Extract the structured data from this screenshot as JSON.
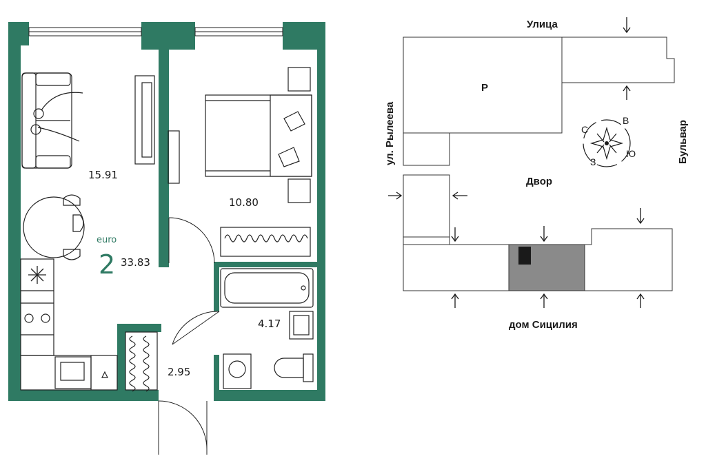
{
  "colors": {
    "wall": "#2f7a63",
    "line": "#222222",
    "apartment_fill": "#8a8a8a",
    "marker": "#1a1a1a"
  },
  "floor_plan": {
    "rooms": {
      "living_kitchen_area": "15.91",
      "bedroom_area": "10.80",
      "bathroom_area": "4.17",
      "hallway_area": "2.95"
    },
    "badge": {
      "label": "euro",
      "rooms_count": "2",
      "total_area": "33.83"
    }
  },
  "site_plan": {
    "labels": {
      "street": "Улица",
      "street_left": "ул. Рылеева",
      "boulevard": "Бульвар",
      "yard": "Двор",
      "house": "дом Сицилия",
      "parking": "Р"
    },
    "compass": [
      "С",
      "В",
      "Ю",
      "З"
    ]
  }
}
